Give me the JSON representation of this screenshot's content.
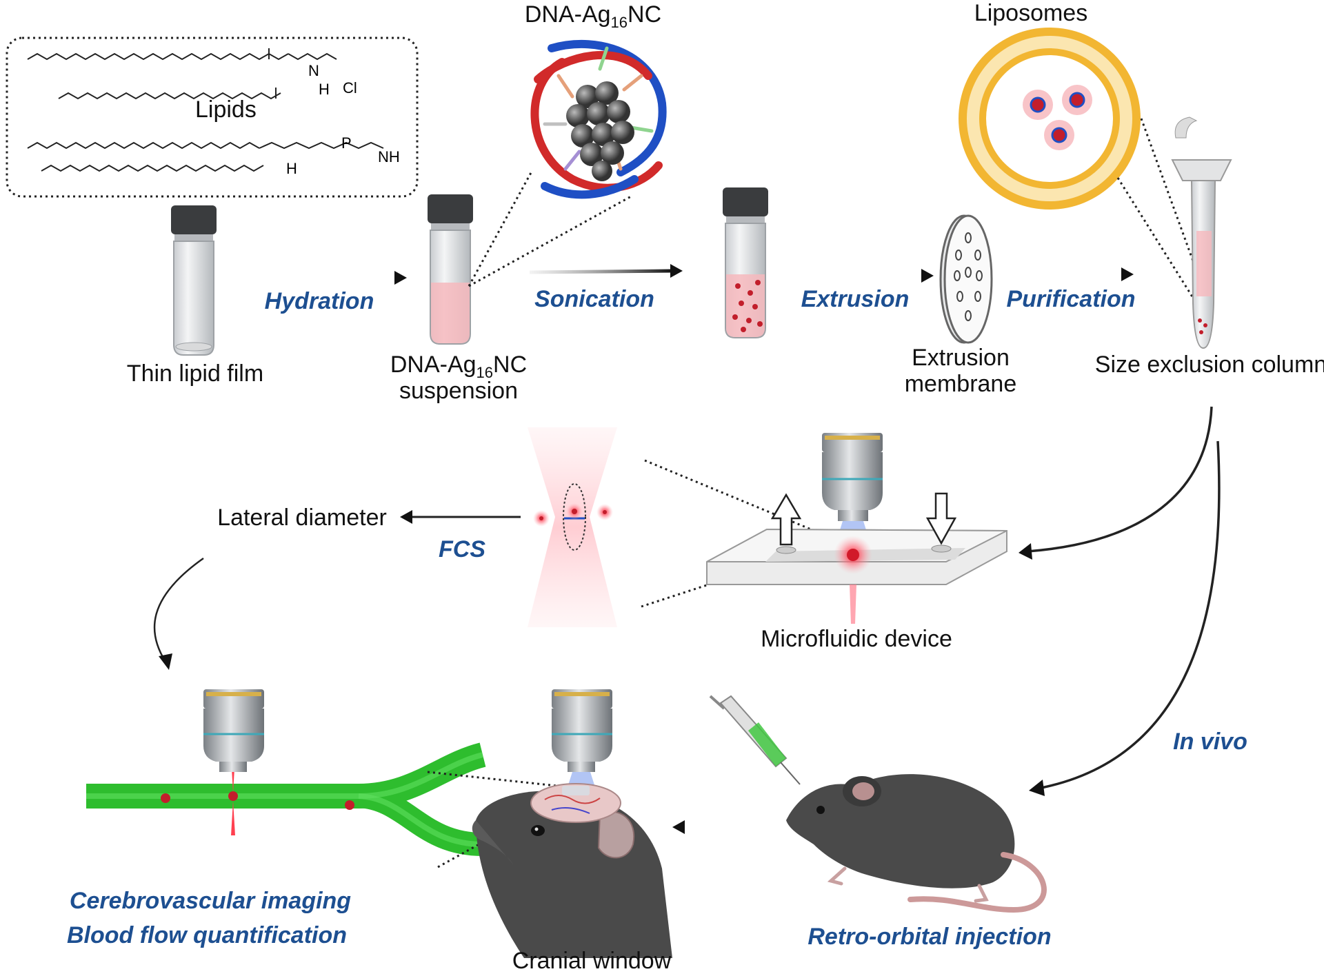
{
  "labels": {
    "lipids": "Lipids",
    "thin_film": "Thin lipid film",
    "dna_top_main": "DNA-Ag",
    "dna_top_sub": "16",
    "dna_top_tail": "NC",
    "susp_line1_main": "DNA-Ag",
    "susp_line1_sub": "16",
    "susp_line1_tail": "NC",
    "susp_line2": "suspension",
    "liposomes": "Liposomes",
    "extrusion_membrane_1": "Extrusion",
    "extrusion_membrane_2": "membrane",
    "size_exclusion": "Size exclusion column",
    "lateral_diameter": "Lateral diameter",
    "microfluidic": "Microfluidic device",
    "cranial_window": "Cranial window"
  },
  "steps": {
    "hydration": "Hydration",
    "sonication": "Sonication",
    "extrusion": "Extrusion",
    "purification": "Purification",
    "fcs": "FCS",
    "in_vivo": "In vivo",
    "retro_orbital": "Retro-orbital injection",
    "cerebro_1": "Cerebrovascular imaging",
    "cerebro_2": "Blood flow quantification"
  },
  "chem": {
    "n_plus": "N",
    "cl": "Cl",
    "h1": "H",
    "h2": "H",
    "p": "P",
    "nh3": "NH"
  },
  "colors": {
    "step_blue": "#1d4f91",
    "liposome_yellow": "#f2b632",
    "vessel_green": "#3cc83c",
    "pink_liquid": "#f6b8bd",
    "dark_red": "#c21e2b",
    "mouse_gray": "#4a4a4a"
  },
  "icons": [
    "vial-icon",
    "dna-cluster-icon",
    "liposome-icon",
    "membrane-icon",
    "column-tube-icon",
    "objective-lens-icon",
    "microfluidic-chip-icon",
    "mouse-icon",
    "syringe-icon",
    "blood-vessel-icon"
  ]
}
